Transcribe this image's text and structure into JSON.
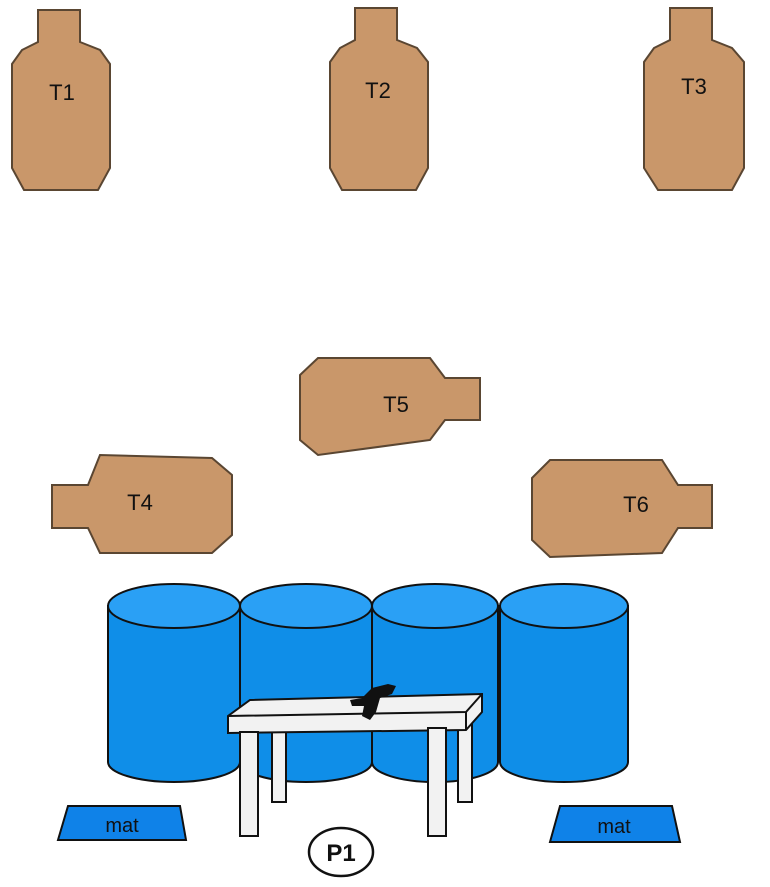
{
  "targets": [
    {
      "label": "T1"
    },
    {
      "label": "T2"
    },
    {
      "label": "T3"
    },
    {
      "label": "T4"
    },
    {
      "label": "T5"
    },
    {
      "label": "T6"
    }
  ],
  "mats": [
    {
      "label": "mat"
    },
    {
      "label": "mat"
    }
  ],
  "position": {
    "label": "P1"
  },
  "colors": {
    "target_fill": "#c9976a",
    "target_stroke": "#5a4632",
    "barrel_fill": "#0f8ee8",
    "barrel_top": "#2aa0f5",
    "mat_fill": "#0f82e8",
    "table_top": "#f2f2f2",
    "outline": "#111111"
  }
}
